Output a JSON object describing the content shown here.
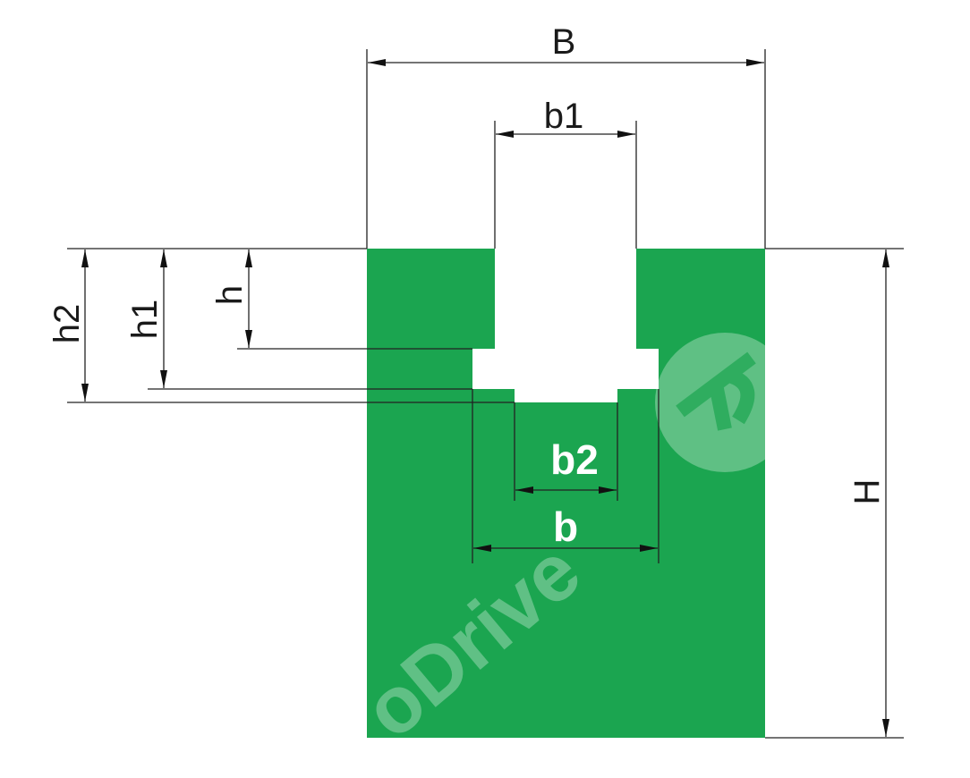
{
  "diagram": {
    "title": "T-slot guide profile cross-section",
    "labels": {
      "B": "B",
      "b1": "b1",
      "h2": "h2",
      "h1": "h1",
      "h": "h",
      "H": "H",
      "b2": "b2",
      "b": "b"
    },
    "watermark": "oDrive",
    "colors": {
      "profile": "#1ba550",
      "lines": "#222222",
      "inner_labels": "#ffffff"
    }
  }
}
